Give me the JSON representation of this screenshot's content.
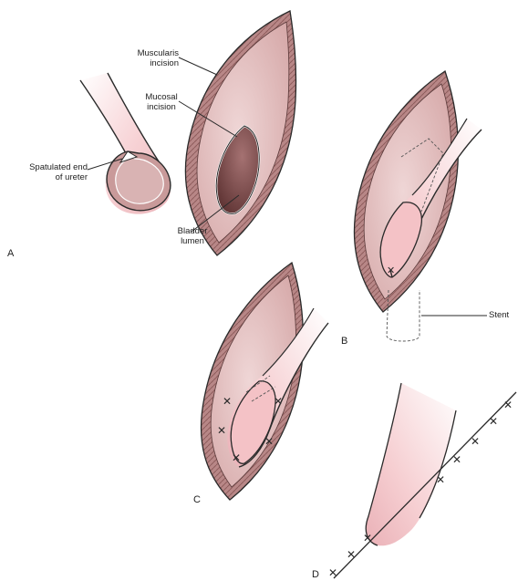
{
  "labels": {
    "muscularis_incision": [
      "Muscularis",
      "incision"
    ],
    "mucosal_incision": [
      "Mucosal",
      "incision"
    ],
    "spatulated_end": [
      "Spatulated end",
      "of ureter"
    ],
    "bladder_lumen": [
      "Bladder",
      "lumen"
    ],
    "stent": "Stent"
  },
  "panels": {
    "a": "A",
    "b": "B",
    "c": "C",
    "d": "D"
  },
  "colors": {
    "tissue_light": "#efd3d3",
    "tissue_mid": "#d9aeae",
    "tissue_dark": "#9c6a6a",
    "lumen_dark": "#6e3e3e",
    "ureter_pink": "#f6c9cd",
    "outline": "#2a2a2a"
  }
}
